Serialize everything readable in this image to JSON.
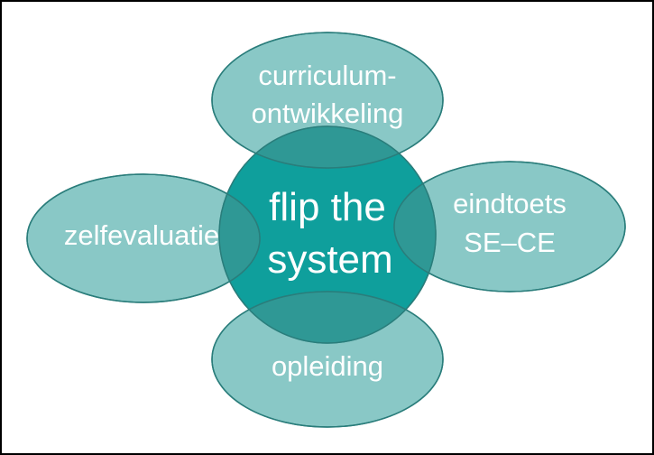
{
  "diagram": {
    "center": {
      "line1": "flip the",
      "line2": "system"
    },
    "top": {
      "line1": "curriculum-",
      "line2": "ontwikkeling"
    },
    "left": {
      "line1": "zelfevaluatie"
    },
    "right": {
      "line1": "eindtoets",
      "line2": "SE–CE"
    },
    "bottom": {
      "line1": "opleiding"
    }
  },
  "colors": {
    "satellite_fill": "#3aa3a0",
    "center_fill": "#0f9f9c",
    "overlap_fill": "#2f9895",
    "stroke": "#2a7d7b"
  }
}
